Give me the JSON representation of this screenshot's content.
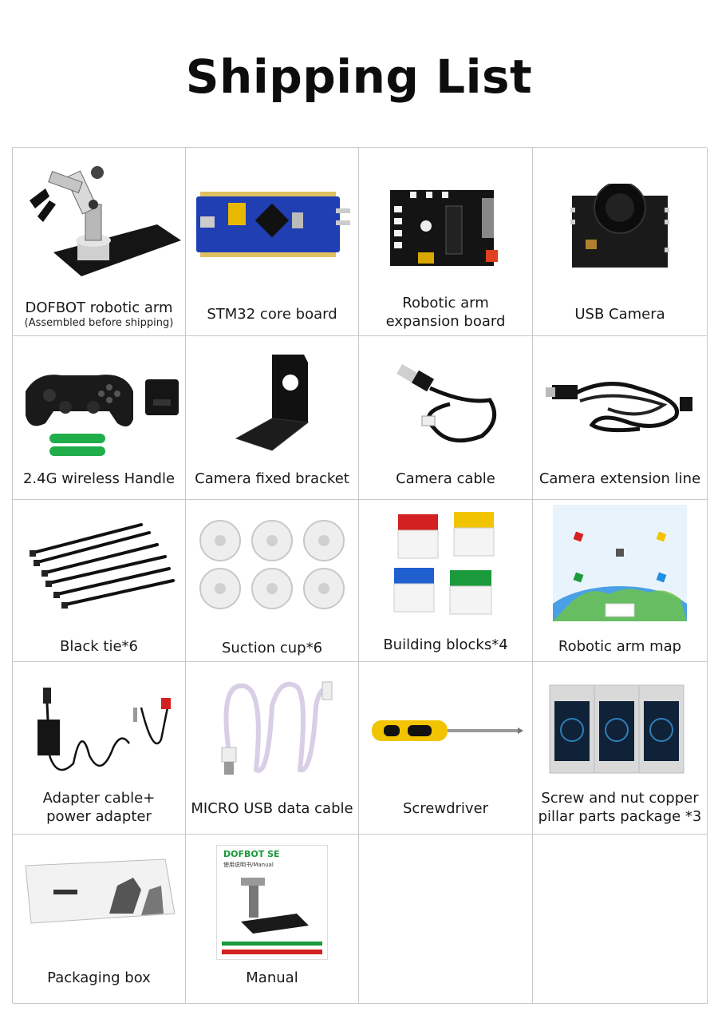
{
  "page": {
    "title": "Shipping List"
  },
  "items": [
    {
      "line1": "DOFBOT robotic arm",
      "note": "(Assembled before shipping)",
      "icon": "robotic-arm-icon"
    },
    {
      "line1": "STM32 core board",
      "icon": "core-board-icon"
    },
    {
      "line1": "Robotic arm",
      "line2": "expansion board",
      "icon": "expansion-board-icon"
    },
    {
      "line1": "USB Camera",
      "icon": "usb-camera-icon"
    },
    {
      "line1": "2.4G wireless Handle",
      "icon": "gamepad-icon"
    },
    {
      "line1": "Camera fixed bracket",
      "icon": "bracket-icon"
    },
    {
      "line1": "Camera cable",
      "icon": "camera-cable-icon"
    },
    {
      "line1": "Camera extension line",
      "icon": "extension-cable-icon"
    },
    {
      "line1": "Black tie*6",
      "icon": "cable-tie-icon"
    },
    {
      "line1": "Suction cup*6",
      "icon": "suction-cup-icon"
    },
    {
      "line1": "Building blocks*4",
      "icon": "building-blocks-icon"
    },
    {
      "line1": "Robotic arm map",
      "icon": "arm-map-icon"
    },
    {
      "line1": "Adapter cable+",
      "line2": "power adapter",
      "icon": "power-adapter-icon"
    },
    {
      "line1": "MICRO USB data cable",
      "icon": "micro-usb-cable-icon"
    },
    {
      "line1": "Screwdriver",
      "icon": "screwdriver-icon"
    },
    {
      "line1": "Screw and nut copper",
      "line2": "pillar parts package *3",
      "icon": "parts-package-icon"
    },
    {
      "line1": "Packaging box",
      "icon": "packaging-box-icon"
    },
    {
      "line1": "Manual",
      "icon": "manual-icon",
      "cover_title": "DOFBOT SE",
      "cover_subtitle": "使用说明书/Manual"
    }
  ],
  "colors": {
    "border": "#c9c9c9",
    "board_blue": "#1f3fb3",
    "yellow": "#f2c400",
    "red": "#d32020",
    "green": "#1a9a3a"
  }
}
